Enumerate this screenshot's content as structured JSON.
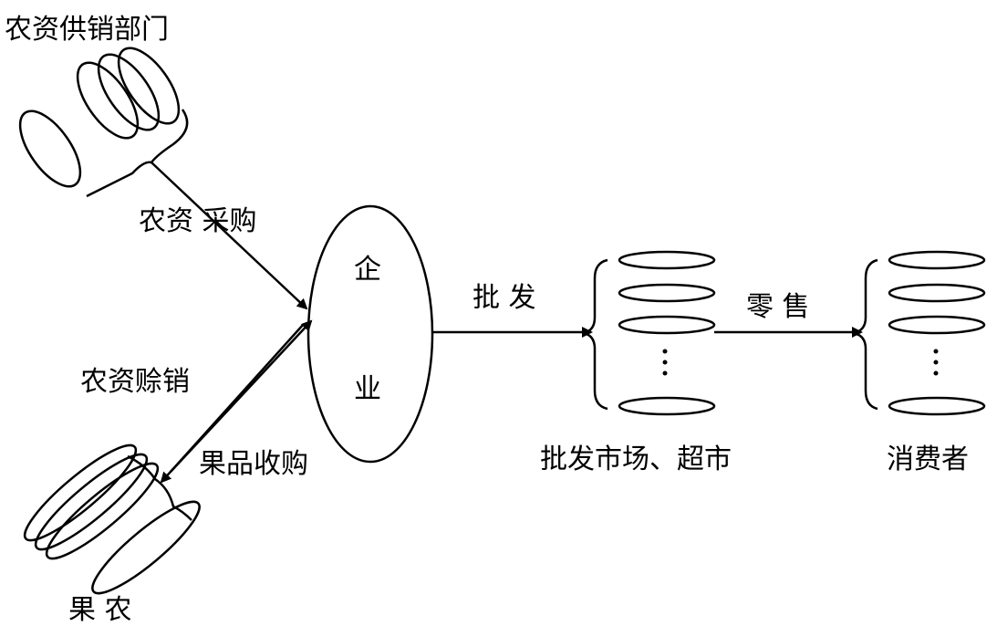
{
  "labels": {
    "supply_dept": "农资供销部门",
    "purchase": "农资 采购",
    "enterprise_top": "企",
    "enterprise_bottom": "业",
    "credit_sales": "农资赊销",
    "fruit_purchase": "果品收购",
    "wholesale": "批 发",
    "retail": "零 售",
    "markets": "批发市场、超市",
    "consumers": "消费者",
    "farmers": "果 农"
  }
}
